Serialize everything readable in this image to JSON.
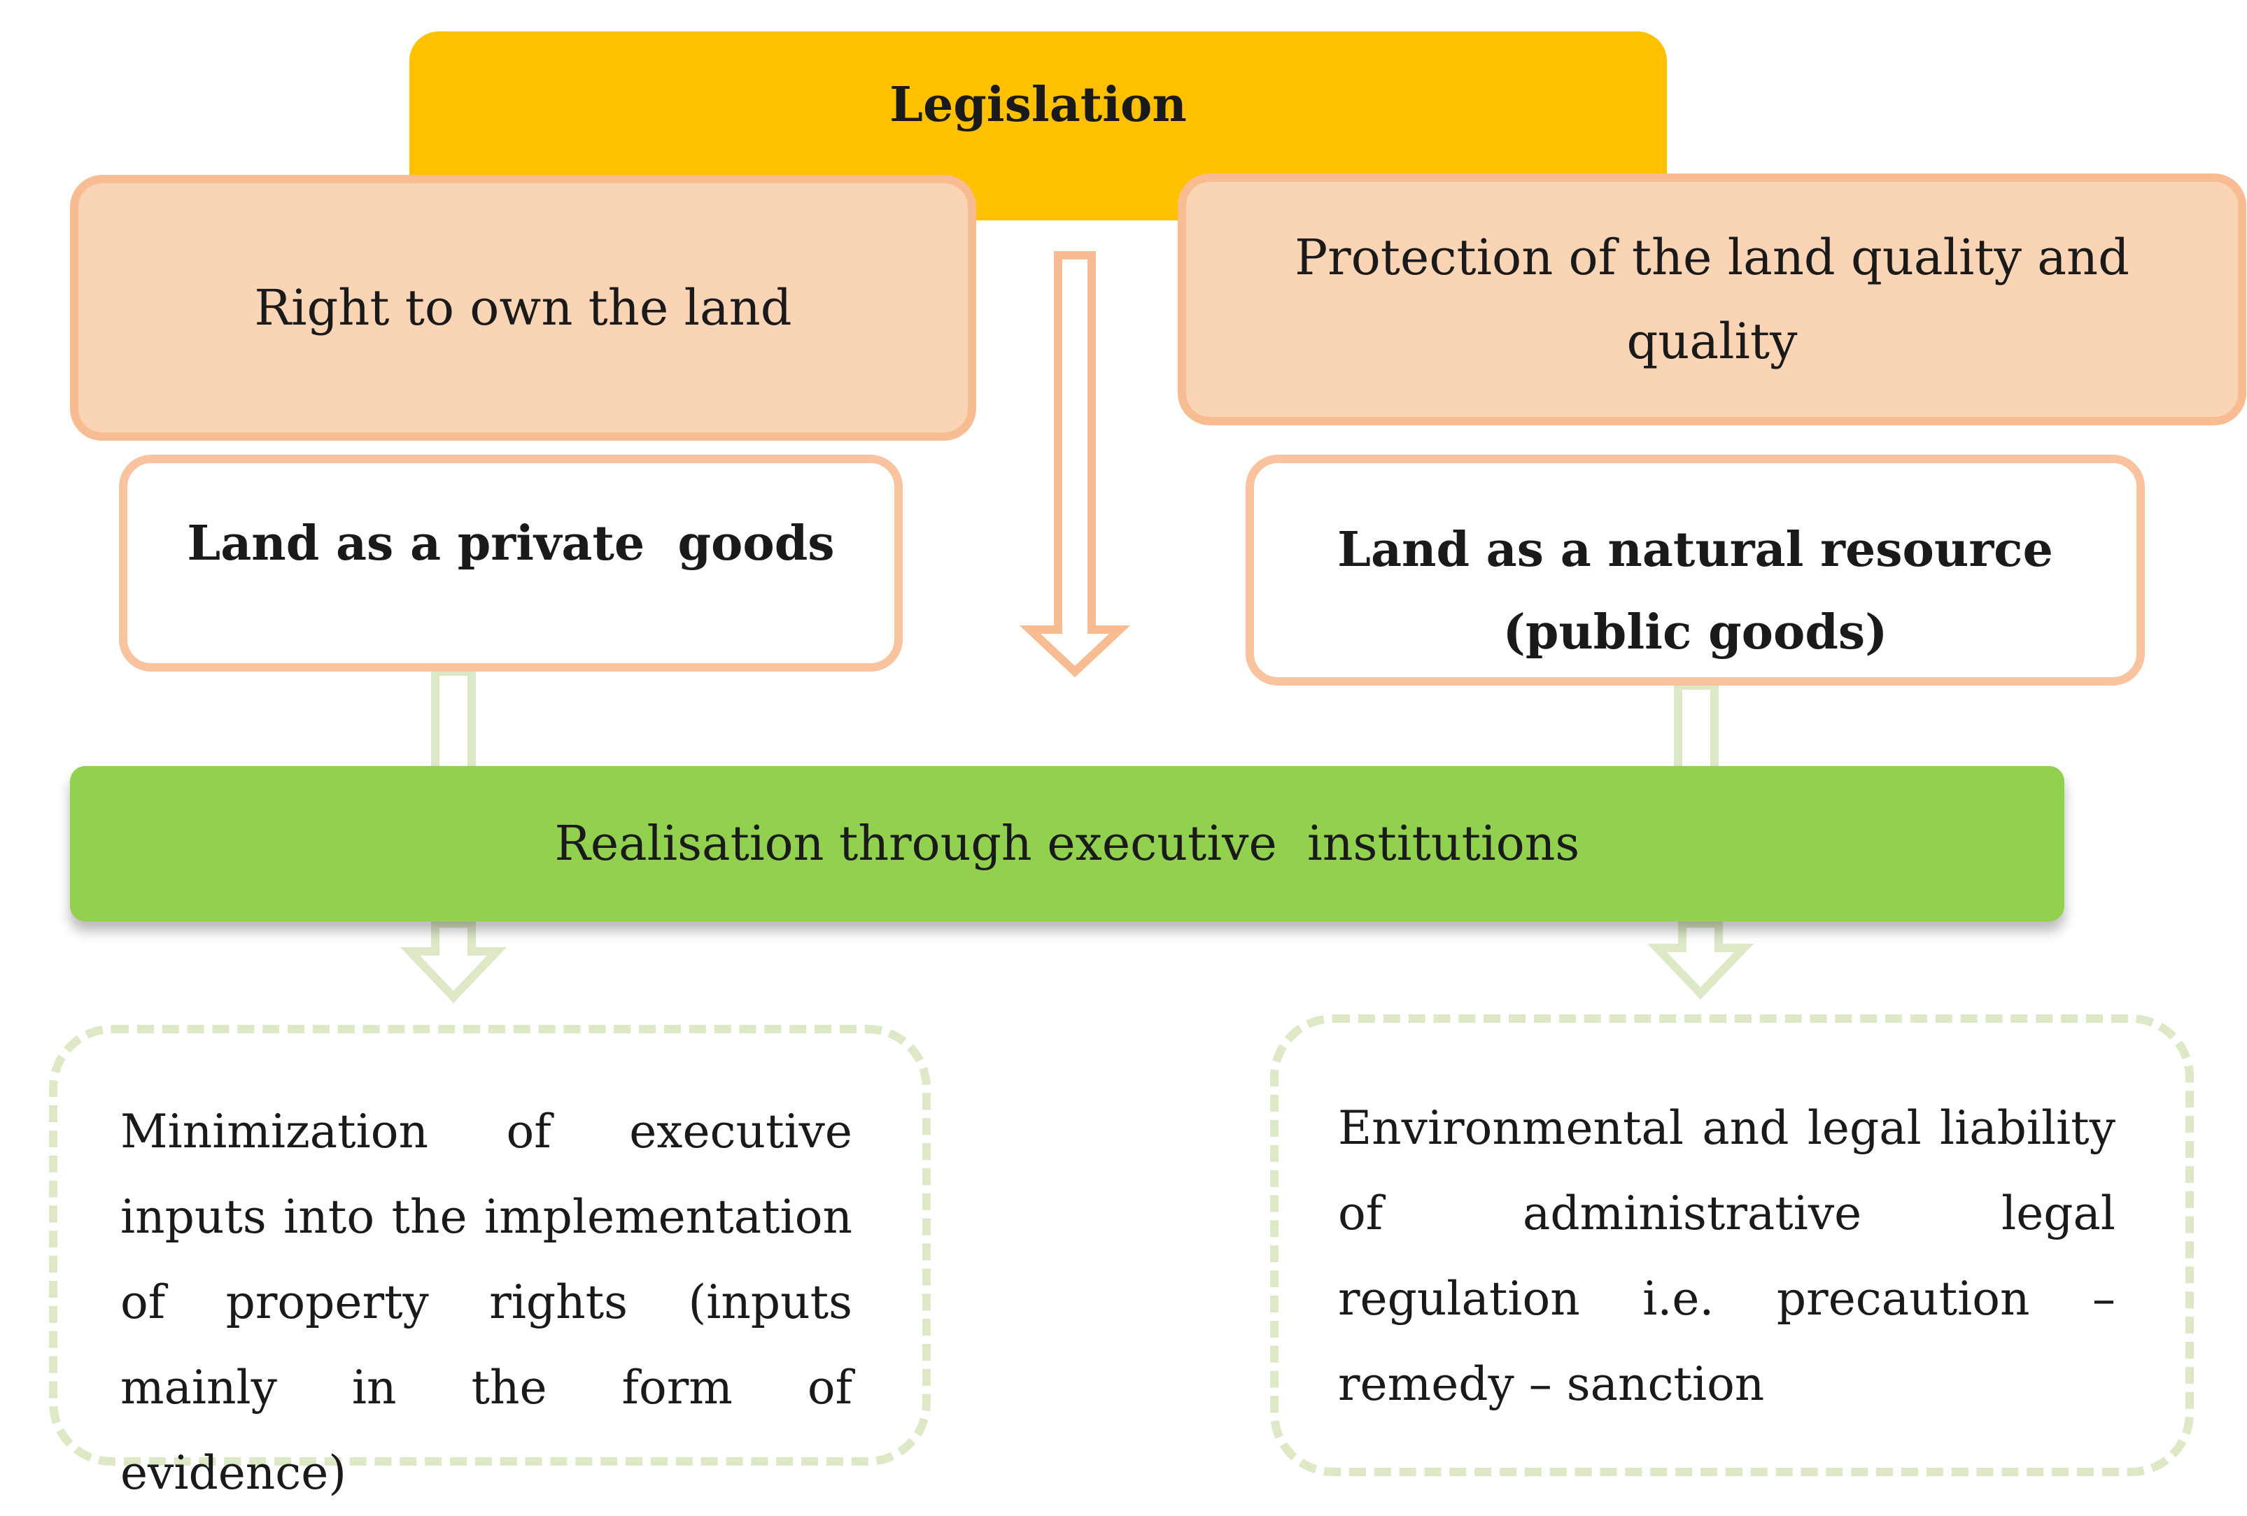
{
  "diagram": {
    "legislation": "Legislation",
    "right_to_own": "Right to own the land",
    "protection": "Protection of the land quality and quality",
    "private_goods": "Land as a private  goods",
    "natural_resource": "Land as a natural resource (public  goods)",
    "realisation": "Realisation through executive  institutions",
    "minimization": "Minimization of executive inputs into the implementation of property rights (inputs mainly in the form of evidence)",
    "liability": "Environmental and legal liability of administrative legal regulation i.e. precaution – remedy – sanction"
  },
  "colors": {
    "legislation_fill": "#ffc000",
    "orange_fill": "#fad5b5",
    "orange_border": "#f8bc92",
    "green_fill": "#92d050",
    "pale_green": "#dce8c6"
  }
}
